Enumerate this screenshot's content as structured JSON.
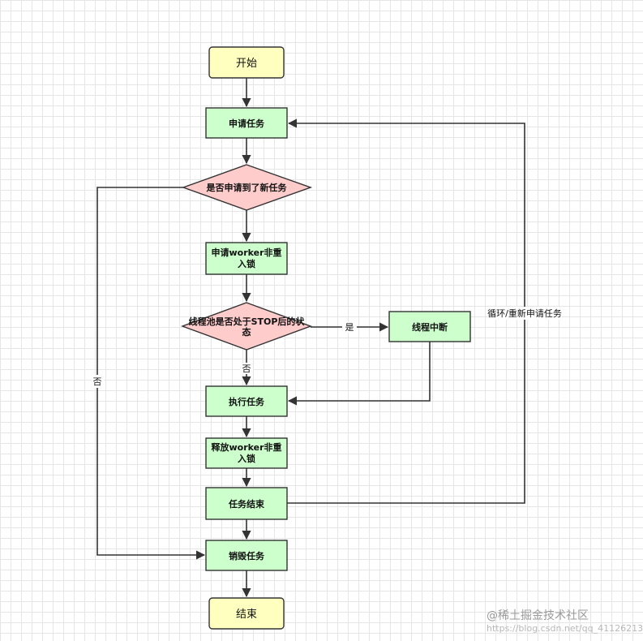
{
  "nodes": {
    "start": "开始",
    "apply_task": "申请任务",
    "got_new_task": "是否申请到了新任务",
    "apply_lock_line1": "申请worker非重",
    "apply_lock_line2": "入锁",
    "stop_state_line1": "线程池是否处于STOP后的状",
    "stop_state_line2": "态",
    "thread_interrupt": "线程中断",
    "execute_task": "执行任务",
    "release_lock_line1": "释放worker非重",
    "release_lock_line2": "入锁",
    "task_end": "任务结束",
    "destroy_task": "销毁任务",
    "end": "结束"
  },
  "edges": {
    "yes": "是",
    "no": "否",
    "no_left": "否",
    "loop": "循环/重新申请任务"
  },
  "watermark": {
    "brand": "@稀土掘金技术社区",
    "url": "https://blog.csdn.net/qq_41126213"
  },
  "colors": {
    "terminal_fill": "#ffffc0",
    "process_fill": "#ccffcc",
    "decision_fill": "#ffcccc",
    "stroke": "#333333"
  }
}
